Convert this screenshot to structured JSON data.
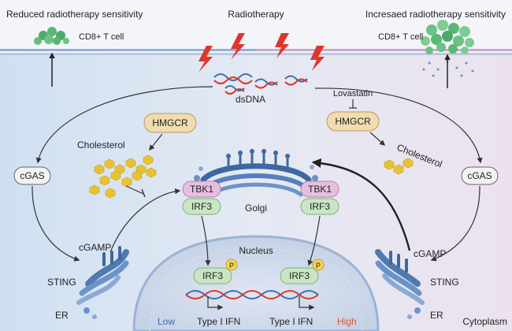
{
  "headings": {
    "left": "Reduced radiotherapy sensitivity",
    "center": "Radiotherapy",
    "right": "Incresaed radiotherapy sensitivity"
  },
  "labels": {
    "cd8_left": "CD8+ T cell",
    "cd8_right": "CD8+ T cell",
    "dsdna": "dsDNA",
    "lovastatin": "Lovastatin",
    "hmgcr_left": "HMGCR",
    "hmgcr_right": "HMGCR",
    "cholesterol_left": "Cholesterol",
    "cholesterol_right": "Cholesterol",
    "cgas_left": "cGAS",
    "cgas_right": "cGAS",
    "tbk1_left": "TBK1",
    "tbk1_right": "TBK1",
    "irf3_left": "IRF3",
    "irf3_right": "IRF3",
    "golgi": "Golgi",
    "cgamp_left": "cGAMP",
    "cgamp_right": "cGAMP",
    "sting_left": "STING",
    "sting_right": "STING",
    "er_left": "ER",
    "er_right": "ER",
    "nucleus": "Nucleus",
    "irf3_nuc_left": "IRF3",
    "irf3_nuc_right": "IRF3",
    "phospho_left": "P",
    "phospho_right": "P",
    "ifn_left": "Type I IFN",
    "ifn_right": "Type I IFN",
    "level_low": "Low",
    "level_high": "High",
    "cytoplasm": "Cytoplasm"
  },
  "colors": {
    "left_bg": "#d6e4f3",
    "right_bg": "#ece4ef",
    "hmgcr_fill": "#f0dcb0",
    "cholesterol": "#e8c233",
    "tbk1_fill": "#e6bfe0",
    "irf3_fill": "#c9e6c4",
    "golgi": "#4f7ab0",
    "lightning": "#e0352b",
    "low_text": "#3a6fb0",
    "high_text": "#e2522d"
  }
}
